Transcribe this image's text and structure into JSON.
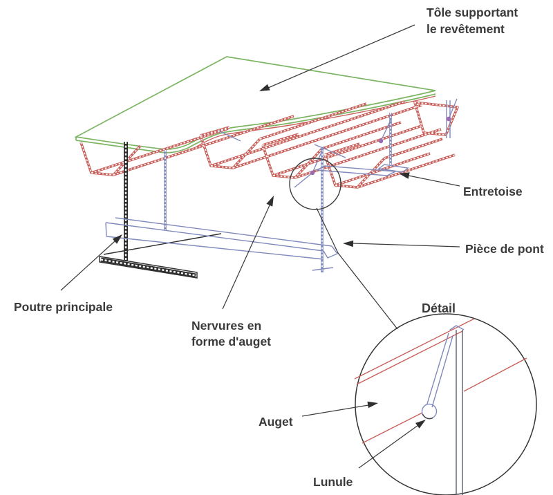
{
  "diagram": {
    "labels": {
      "tole_line1": "Tôle supportant",
      "tole_line2": "le revêtement",
      "entretoise": "Entretoise",
      "piece_de_pont": "Pièce de pont",
      "poutre_principale": "Poutre principale",
      "nervures_line1": "Nervures en",
      "nervures_line2": "forme d'auget",
      "detail": "Détail",
      "auget": "Auget",
      "lunule": "Lunule"
    },
    "colors": {
      "deck_plate": "#7cb563",
      "ribs": "#c9605b",
      "cross_beams": "#8089bb",
      "main_girder": "#2f2f2f",
      "bolt_dots": "#9a6bb0",
      "annotations": "#3d3d3d",
      "detail_web": "#5a5f6e"
    }
  }
}
